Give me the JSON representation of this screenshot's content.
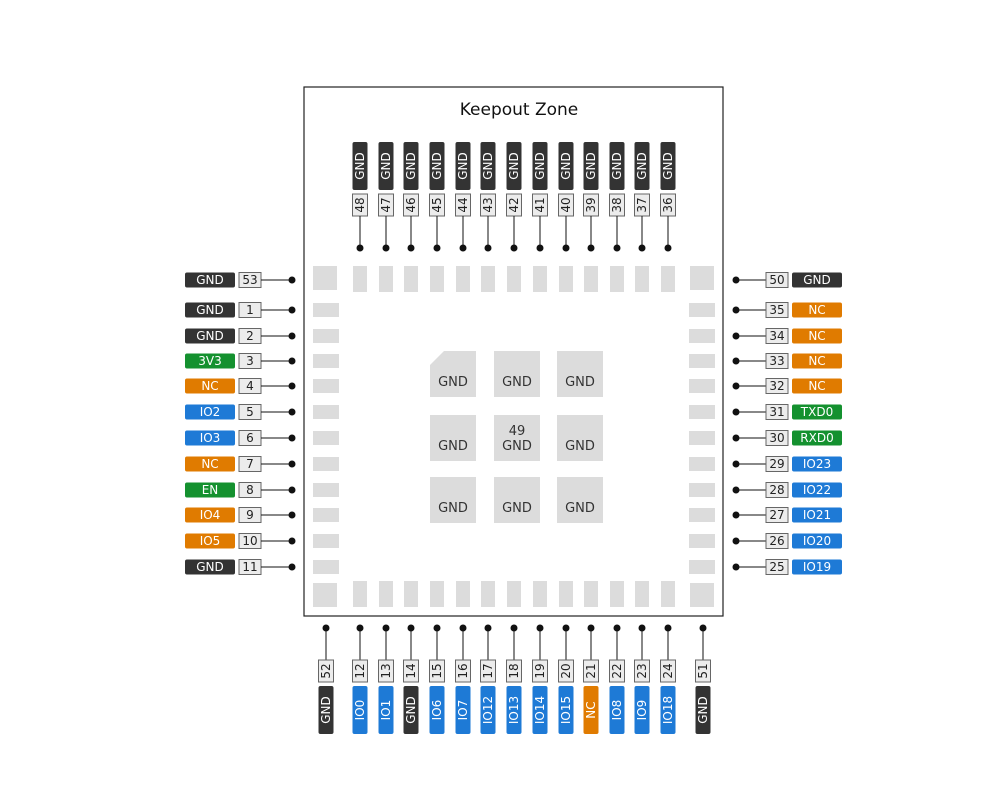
{
  "title": "Keepout Zone",
  "colors": {
    "gnd": "#333333",
    "nc": "#e07b00",
    "io": "#1e7ad6",
    "power": "#14912f",
    "pad": "#dcdcdc",
    "border": "#222222"
  },
  "center_pads": [
    {
      "label": "GND"
    },
    {
      "label": "GND"
    },
    {
      "label": "GND"
    },
    {
      "label": "GND"
    },
    {
      "label": "49\nGND"
    },
    {
      "label": "GND"
    },
    {
      "label": "GND"
    },
    {
      "label": "GND"
    },
    {
      "label": "GND"
    }
  ],
  "pins": {
    "left": [
      {
        "num": "53",
        "name": "GND",
        "type": "gnd"
      },
      {
        "num": "1",
        "name": "GND",
        "type": "gnd"
      },
      {
        "num": "2",
        "name": "GND",
        "type": "gnd"
      },
      {
        "num": "3",
        "name": "3V3",
        "type": "power"
      },
      {
        "num": "4",
        "name": "NC",
        "type": "nc"
      },
      {
        "num": "5",
        "name": "IO2",
        "type": "io"
      },
      {
        "num": "6",
        "name": "IO3",
        "type": "io"
      },
      {
        "num": "7",
        "name": "NC",
        "type": "nc"
      },
      {
        "num": "8",
        "name": "EN",
        "type": "power"
      },
      {
        "num": "9",
        "name": "IO4",
        "type": "nc"
      },
      {
        "num": "10",
        "name": "IO5",
        "type": "nc"
      },
      {
        "num": "11",
        "name": "GND",
        "type": "gnd"
      }
    ],
    "right": [
      {
        "num": "50",
        "name": "GND",
        "type": "gnd"
      },
      {
        "num": "35",
        "name": "NC",
        "type": "nc"
      },
      {
        "num": "34",
        "name": "NC",
        "type": "nc"
      },
      {
        "num": "33",
        "name": "NC",
        "type": "nc"
      },
      {
        "num": "32",
        "name": "NC",
        "type": "nc"
      },
      {
        "num": "31",
        "name": "TXD0",
        "type": "power"
      },
      {
        "num": "30",
        "name": "RXD0",
        "type": "power"
      },
      {
        "num": "29",
        "name": "IO23",
        "type": "io"
      },
      {
        "num": "28",
        "name": "IO22",
        "type": "io"
      },
      {
        "num": "27",
        "name": "IO21",
        "type": "io"
      },
      {
        "num": "26",
        "name": "IO20",
        "type": "io"
      },
      {
        "num": "25",
        "name": "IO19",
        "type": "io"
      }
    ],
    "top": [
      {
        "num": "48",
        "name": "GND",
        "type": "gnd"
      },
      {
        "num": "47",
        "name": "GND",
        "type": "gnd"
      },
      {
        "num": "46",
        "name": "GND",
        "type": "gnd"
      },
      {
        "num": "45",
        "name": "GND",
        "type": "gnd"
      },
      {
        "num": "44",
        "name": "GND",
        "type": "gnd"
      },
      {
        "num": "43",
        "name": "GND",
        "type": "gnd"
      },
      {
        "num": "42",
        "name": "GND",
        "type": "gnd"
      },
      {
        "num": "41",
        "name": "GND",
        "type": "gnd"
      },
      {
        "num": "40",
        "name": "GND",
        "type": "gnd"
      },
      {
        "num": "39",
        "name": "GND",
        "type": "gnd"
      },
      {
        "num": "38",
        "name": "GND",
        "type": "gnd"
      },
      {
        "num": "37",
        "name": "GND",
        "type": "gnd"
      },
      {
        "num": "36",
        "name": "GND",
        "type": "gnd"
      }
    ],
    "bottom": [
      {
        "num": "52",
        "name": "GND",
        "type": "gnd"
      },
      {
        "num": "12",
        "name": "IO0",
        "type": "io"
      },
      {
        "num": "13",
        "name": "IO1",
        "type": "io"
      },
      {
        "num": "14",
        "name": "GND",
        "type": "gnd"
      },
      {
        "num": "15",
        "name": "IO6",
        "type": "io"
      },
      {
        "num": "16",
        "name": "IO7",
        "type": "io"
      },
      {
        "num": "17",
        "name": "IO12",
        "type": "io"
      },
      {
        "num": "18",
        "name": "IO13",
        "type": "io"
      },
      {
        "num": "19",
        "name": "IO14",
        "type": "io"
      },
      {
        "num": "20",
        "name": "IO15",
        "type": "io"
      },
      {
        "num": "21",
        "name": "NC",
        "type": "nc"
      },
      {
        "num": "22",
        "name": "IO8",
        "type": "io"
      },
      {
        "num": "23",
        "name": "IO9",
        "type": "io"
      },
      {
        "num": "24",
        "name": "IO18",
        "type": "io"
      },
      {
        "num": "51",
        "name": "GND",
        "type": "gnd"
      }
    ]
  }
}
